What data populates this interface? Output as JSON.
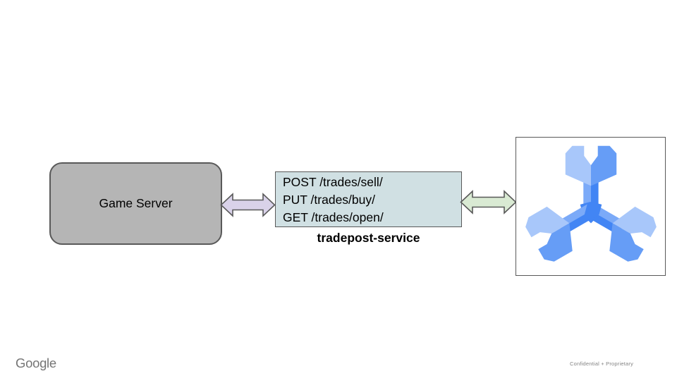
{
  "theme": {
    "box-gray": "#b5b5b5",
    "shape-border": "#595959",
    "service-fill": "#d0e0e3",
    "arrow-purple": "#d9d2e9",
    "arrow-green": "#d9ead3",
    "spanner-light": "#a8c7fa",
    "spanner-medium": "#669df6",
    "spanner-shaft": "#7baaf8",
    "spanner-dark": "#4285f4",
    "footer-gray": "#757575",
    "confidential-gray": "#848484"
  },
  "diagram": {
    "game_server": {
      "label": "Game Server"
    },
    "service": {
      "endpoints": [
        "POST /trades/sell/",
        "PUT /trades/buy/",
        "GET /trades/open/"
      ],
      "name": "tradepost-service"
    }
  },
  "footer": {
    "logo": "Google",
    "confidential": "Confidential + Proprietary"
  }
}
